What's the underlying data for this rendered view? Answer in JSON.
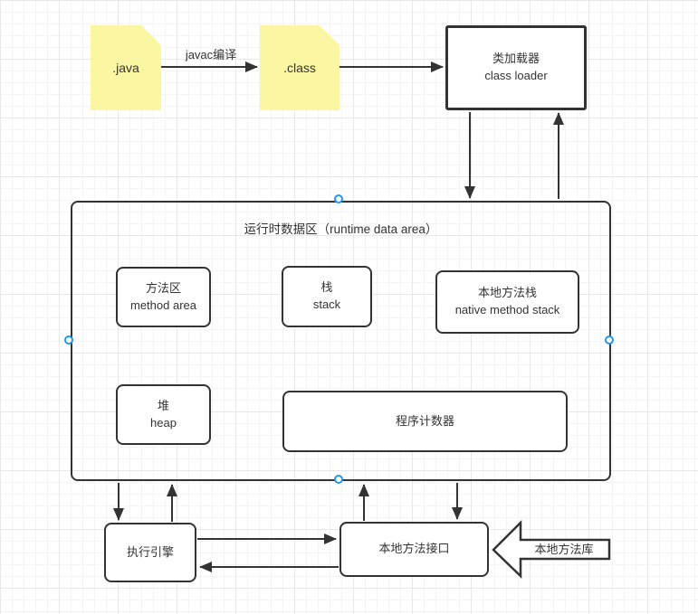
{
  "diagram": {
    "files": {
      "java": {
        "label": ".java"
      },
      "class": {
        "label": ".class"
      }
    },
    "compile_arrow_label": "javac编译",
    "class_loader": {
      "label_zh": "类加载器",
      "label_en": "class loader"
    },
    "runtime_area": {
      "title": "运行时数据区（runtime data area）",
      "method_area": {
        "label_zh": "方法区",
        "label_en": "method area"
      },
      "stack": {
        "label_zh": "栈",
        "label_en": "stack"
      },
      "native_method_stack": {
        "label_zh": "本地方法栈",
        "label_en": "native method stack"
      },
      "heap": {
        "label_zh": "堆",
        "label_en": "heap"
      },
      "program_counter": {
        "label_zh": "程序计数器"
      }
    },
    "execution_engine": {
      "label_zh": "执行引擎"
    },
    "native_method_interface": {
      "label_zh": "本地方法接口"
    },
    "native_method_library": {
      "label_zh": "本地方法库"
    }
  },
  "colors": {
    "stroke": "#333333",
    "text": "#333333",
    "note-fill": "#faf6a2",
    "note-fold": "#ccc46a",
    "conn": "#2196f3",
    "grid-minor": "#f4f4f4",
    "grid-major": "#e7e7e7"
  }
}
